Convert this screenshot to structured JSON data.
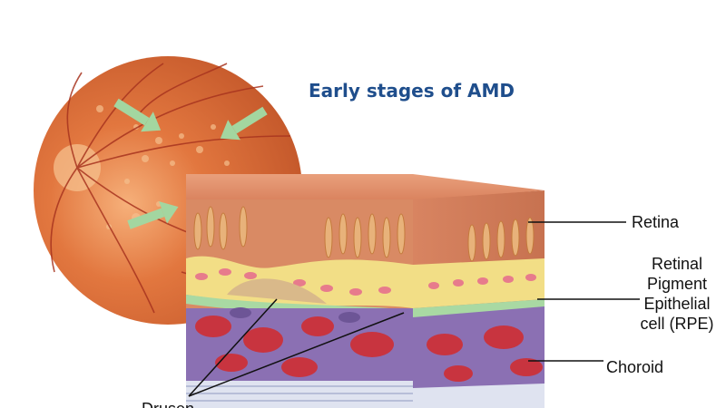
{
  "title": "Early stages of AMD",
  "labels": {
    "retina": "Retina",
    "rpe": [
      "Retinal",
      "Pigment",
      "Epithelial",
      "cell (RPE)"
    ],
    "choroid": "Choroid",
    "drusen": "Drusen"
  },
  "colors": {
    "title": "#1f4e8c",
    "fundus": "#e07a45",
    "arrow": "#9fd49a",
    "retina_tissue": "#e2916b",
    "rpe_band": "#f3df8a",
    "bruch_membrane": "#a9d9a3",
    "choroid_purple": "#8a6fb0",
    "blood_vessel": "#c8343f"
  },
  "icons": [
    "arrow-icon"
  ]
}
